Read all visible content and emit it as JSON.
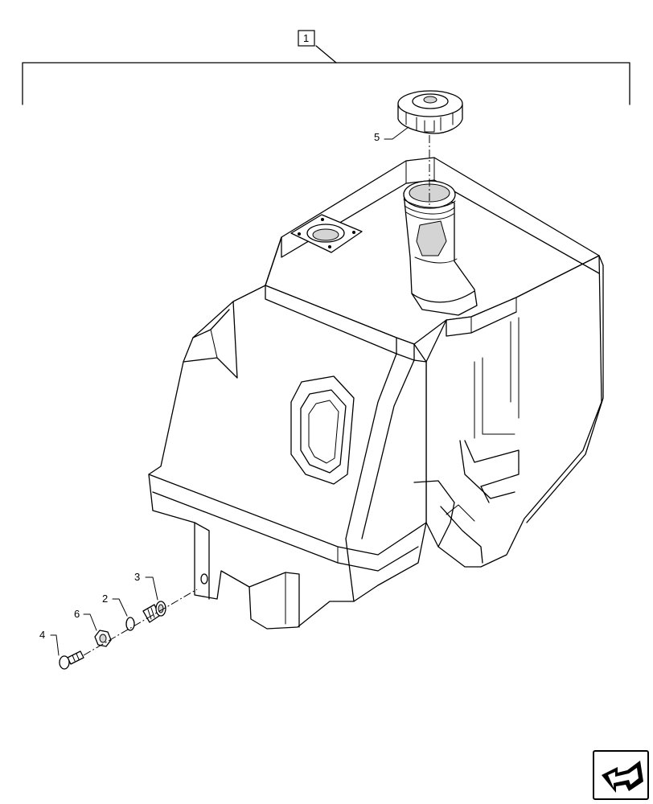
{
  "callouts": {
    "assembly": "1",
    "o_ring": "2",
    "drain_plug": "3",
    "bolt": "4",
    "filler_cap": "5",
    "nut": "6"
  },
  "colors": {
    "line": "#000000",
    "background": "#ffffff",
    "shade": "#d4d4d4"
  },
  "icons": {
    "navigation": "next-page-arrow-icon"
  }
}
